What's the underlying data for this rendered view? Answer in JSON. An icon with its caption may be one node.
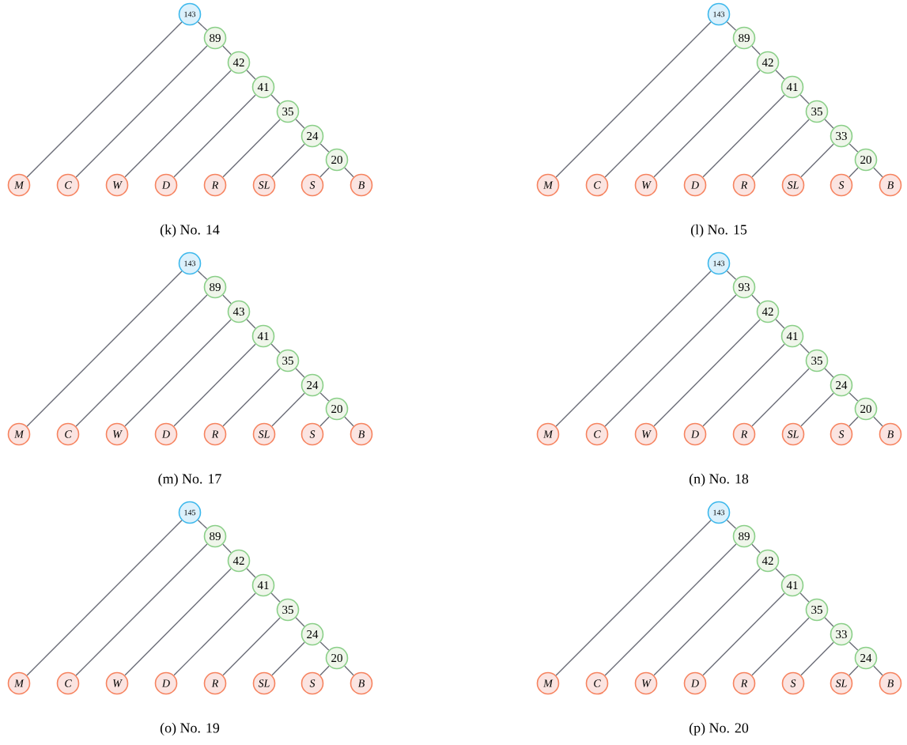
{
  "diagram": {
    "nodes": [
      {
        "text": [
          "143"
        ]
      },
      {
        "text": [
          "89"
        ]
      },
      {
        "text": [
          "42"
        ]
      },
      {
        "text": [
          "41"
        ]
      },
      {
        "text": [
          "35"
        ]
      },
      {
        "text": [
          "24"
        ]
      },
      {
        "text": [
          "20"
        ]
      },
      {
        "text": [
          "M"
        ]
      },
      {
        "text": [
          "C"
        ]
      },
      {
        "text": [
          "W"
        ]
      },
      {
        "text": [
          "D"
        ]
      },
      {
        "text": [
          "R"
        ]
      },
      {
        "text": [
          "SL"
        ]
      },
      {
        "text": [
          "S"
        ]
      },
      {
        "text": [
          "B"
        ]
      },
      {
        "text": [
          "143"
        ]
      },
      {
        "text": [
          "89"
        ]
      },
      {
        "text": [
          "42"
        ]
      },
      {
        "text": [
          "41"
        ]
      },
      {
        "text": [
          "35"
        ]
      },
      {
        "text": [
          "33"
        ]
      },
      {
        "text": [
          "20"
        ]
      },
      {
        "text": [
          "M"
        ]
      },
      {
        "text": [
          "C"
        ]
      },
      {
        "text": [
          "W"
        ]
      },
      {
        "text": [
          "D"
        ]
      },
      {
        "text": [
          "R"
        ]
      },
      {
        "text": [
          "SL"
        ]
      },
      {
        "text": [
          "S"
        ]
      },
      {
        "text": [
          "B"
        ]
      },
      {
        "text": [
          "143"
        ]
      },
      {
        "text": [
          "89"
        ]
      },
      {
        "text": [
          "43"
        ]
      },
      {
        "text": [
          "41"
        ]
      },
      {
        "text": [
          "35"
        ]
      },
      {
        "text": [
          "24"
        ]
      },
      {
        "text": [
          "20"
        ]
      },
      {
        "text": [
          "M"
        ]
      },
      {
        "text": [
          "C"
        ]
      },
      {
        "text": [
          "W"
        ]
      },
      {
        "text": [
          "D"
        ]
      },
      {
        "text": [
          "R"
        ]
      },
      {
        "text": [
          "SL"
        ]
      },
      {
        "text": [
          "S"
        ]
      },
      {
        "text": [
          "B"
        ]
      },
      {
        "text": [
          "143"
        ]
      },
      {
        "text": [
          "93"
        ]
      },
      {
        "text": [
          "42"
        ]
      },
      {
        "text": [
          "41"
        ]
      },
      {
        "text": [
          "35"
        ]
      },
      {
        "text": [
          "24"
        ]
      },
      {
        "text": [
          "20"
        ]
      },
      {
        "text": [
          "M"
        ]
      },
      {
        "text": [
          "C"
        ]
      },
      {
        "text": [
          "W"
        ]
      },
      {
        "text": [
          "D"
        ]
      },
      {
        "text": [
          "R"
        ]
      },
      {
        "text": [
          "SL"
        ]
      },
      {
        "text": [
          "S"
        ]
      },
      {
        "text": [
          "B"
        ]
      },
      {
        "text": [
          "145"
        ]
      },
      {
        "text": [
          "89"
        ]
      },
      {
        "text": [
          "42"
        ]
      },
      {
        "text": [
          "41"
        ]
      },
      {
        "text": [
          "35"
        ]
      },
      {
        "text": [
          "24"
        ]
      },
      {
        "text": [
          "20"
        ]
      },
      {
        "text": [
          "M"
        ]
      },
      {
        "text": [
          "C"
        ]
      },
      {
        "text": [
          "W"
        ]
      },
      {
        "text": [
          "D"
        ]
      },
      {
        "text": [
          "R"
        ]
      },
      {
        "text": [
          "SL"
        ]
      },
      {
        "text": [
          "S"
        ]
      },
      {
        "text": [
          "B"
        ]
      },
      {
        "text": [
          "143"
        ]
      },
      {
        "text": [
          "89"
        ]
      },
      {
        "text": [
          "42"
        ]
      },
      {
        "text": [
          "41"
        ]
      },
      {
        "text": [
          "35"
        ]
      },
      {
        "text": [
          "33"
        ]
      },
      {
        "text": [
          "24"
        ]
      },
      {
        "text": [
          "M"
        ]
      },
      {
        "text": [
          "C"
        ]
      },
      {
        "text": [
          "W"
        ]
      },
      {
        "text": [
          "D"
        ]
      },
      {
        "text": [
          "R"
        ]
      },
      {
        "text": [
          "S"
        ]
      },
      {
        "text": [
          "SL"
        ]
      },
      {
        "text": [
          "B"
        ]
      }
    ],
    "edges": [
      {
        "from": 0,
        "to": 7,
        "arrow": "none"
      },
      {
        "from": 0,
        "to": 1,
        "arrow": "none"
      },
      {
        "from": 1,
        "to": 8,
        "arrow": "none"
      },
      {
        "from": 1,
        "to": 2,
        "arrow": "none"
      },
      {
        "from": 2,
        "to": 9,
        "arrow": "none"
      },
      {
        "from": 2,
        "to": 3,
        "arrow": "none"
      },
      {
        "from": 3,
        "to": 10,
        "arrow": "none"
      },
      {
        "from": 3,
        "to": 4,
        "arrow": "none"
      },
      {
        "from": 4,
        "to": 11,
        "arrow": "none"
      },
      {
        "from": 4,
        "to": 5,
        "arrow": "none"
      },
      {
        "from": 5,
        "to": 12,
        "arrow": "none"
      },
      {
        "from": 5,
        "to": 6,
        "arrow": "none"
      },
      {
        "from": 6,
        "to": 13,
        "arrow": "none"
      },
      {
        "from": 6,
        "to": 14,
        "arrow": "none"
      },
      {
        "from": 15,
        "to": 22,
        "arrow": "none"
      },
      {
        "from": 15,
        "to": 16,
        "arrow": "none"
      },
      {
        "from": 16,
        "to": 23,
        "arrow": "none"
      },
      {
        "from": 16,
        "to": 17,
        "arrow": "none"
      },
      {
        "from": 17,
        "to": 24,
        "arrow": "none"
      },
      {
        "from": 17,
        "to": 18,
        "arrow": "none"
      },
      {
        "from": 18,
        "to": 25,
        "arrow": "none"
      },
      {
        "from": 18,
        "to": 19,
        "arrow": "none"
      },
      {
        "from": 19,
        "to": 26,
        "arrow": "none"
      },
      {
        "from": 19,
        "to": 20,
        "arrow": "none"
      },
      {
        "from": 20,
        "to": 27,
        "arrow": "none"
      },
      {
        "from": 20,
        "to": 21,
        "arrow": "none"
      },
      {
        "from": 21,
        "to": 28,
        "arrow": "none"
      },
      {
        "from": 21,
        "to": 29,
        "arrow": "none"
      },
      {
        "from": 30,
        "to": 37,
        "arrow": "none"
      },
      {
        "from": 30,
        "to": 31,
        "arrow": "none"
      },
      {
        "from": 31,
        "to": 38,
        "arrow": "none"
      },
      {
        "from": 31,
        "to": 32,
        "arrow": "none"
      },
      {
        "from": 32,
        "to": 39,
        "arrow": "none"
      },
      {
        "from": 32,
        "to": 33,
        "arrow": "none"
      },
      {
        "from": 33,
        "to": 40,
        "arrow": "none"
      },
      {
        "from": 33,
        "to": 34,
        "arrow": "none"
      },
      {
        "from": 34,
        "to": 41,
        "arrow": "none"
      },
      {
        "from": 34,
        "to": 35,
        "arrow": "none"
      },
      {
        "from": 35,
        "to": 42,
        "arrow": "none"
      },
      {
        "from": 35,
        "to": 36,
        "arrow": "none"
      },
      {
        "from": 36,
        "to": 43,
        "arrow": "none"
      },
      {
        "from": 36,
        "to": 44,
        "arrow": "none"
      },
      {
        "from": 45,
        "to": 52,
        "arrow": "none"
      },
      {
        "from": 45,
        "to": 46,
        "arrow": "none"
      },
      {
        "from": 46,
        "to": 53,
        "arrow": "none"
      },
      {
        "from": 46,
        "to": 47,
        "arrow": "none"
      },
      {
        "from": 47,
        "to": 54,
        "arrow": "none"
      },
      {
        "from": 47,
        "to": 48,
        "arrow": "none"
      },
      {
        "from": 48,
        "to": 55,
        "arrow": "none"
      },
      {
        "from": 48,
        "to": 49,
        "arrow": "none"
      },
      {
        "from": 49,
        "to": 56,
        "arrow": "none"
      },
      {
        "from": 49,
        "to": 50,
        "arrow": "none"
      },
      {
        "from": 50,
        "to": 57,
        "arrow": "none"
      },
      {
        "from": 50,
        "to": 51,
        "arrow": "none"
      },
      {
        "from": 51,
        "to": 58,
        "arrow": "none"
      },
      {
        "from": 51,
        "to": 59,
        "arrow": "none"
      },
      {
        "from": 60,
        "to": 67,
        "arrow": "none"
      },
      {
        "from": 60,
        "to": 61,
        "arrow": "none"
      },
      {
        "from": 61,
        "to": 68,
        "arrow": "none"
      },
      {
        "from": 61,
        "to": 62,
        "arrow": "none"
      },
      {
        "from": 62,
        "to": 69,
        "arrow": "none"
      },
      {
        "from": 62,
        "to": 63,
        "arrow": "none"
      },
      {
        "from": 63,
        "to": 70,
        "arrow": "none"
      },
      {
        "from": 63,
        "to": 64,
        "arrow": "none"
      },
      {
        "from": 64,
        "to": 71,
        "arrow": "none"
      },
      {
        "from": 64,
        "to": 65,
        "arrow": "none"
      },
      {
        "from": 65,
        "to": 72,
        "arrow": "none"
      },
      {
        "from": 65,
        "to": 66,
        "arrow": "none"
      },
      {
        "from": 66,
        "to": 73,
        "arrow": "none"
      },
      {
        "from": 66,
        "to": 74,
        "arrow": "none"
      },
      {
        "from": 75,
        "to": 82,
        "arrow": "none"
      },
      {
        "from": 75,
        "to": 76,
        "arrow": "none"
      },
      {
        "from": 76,
        "to": 83,
        "arrow": "none"
      },
      {
        "from": 76,
        "to": 77,
        "arrow": "none"
      },
      {
        "from": 77,
        "to": 84,
        "arrow": "none"
      },
      {
        "from": 77,
        "to": 78,
        "arrow": "none"
      },
      {
        "from": 78,
        "to": 85,
        "arrow": "none"
      },
      {
        "from": 78,
        "to": 79,
        "arrow": "none"
      },
      {
        "from": 79,
        "to": 86,
        "arrow": "none"
      },
      {
        "from": 79,
        "to": 80,
        "arrow": "none"
      },
      {
        "from": 80,
        "to": 87,
        "arrow": "none"
      },
      {
        "from": 80,
        "to": 81,
        "arrow": "none"
      },
      {
        "from": 81,
        "to": 88,
        "arrow": "none"
      },
      {
        "from": 81,
        "to": 89,
        "arrow": "none"
      }
    ],
    "labels": [
      "(k) No. 14",
      "(l) No. 15",
      "(m) No. 17",
      "(n) No. 18",
      "(o) No. 19",
      "(p) No. 20"
    ]
  }
}
